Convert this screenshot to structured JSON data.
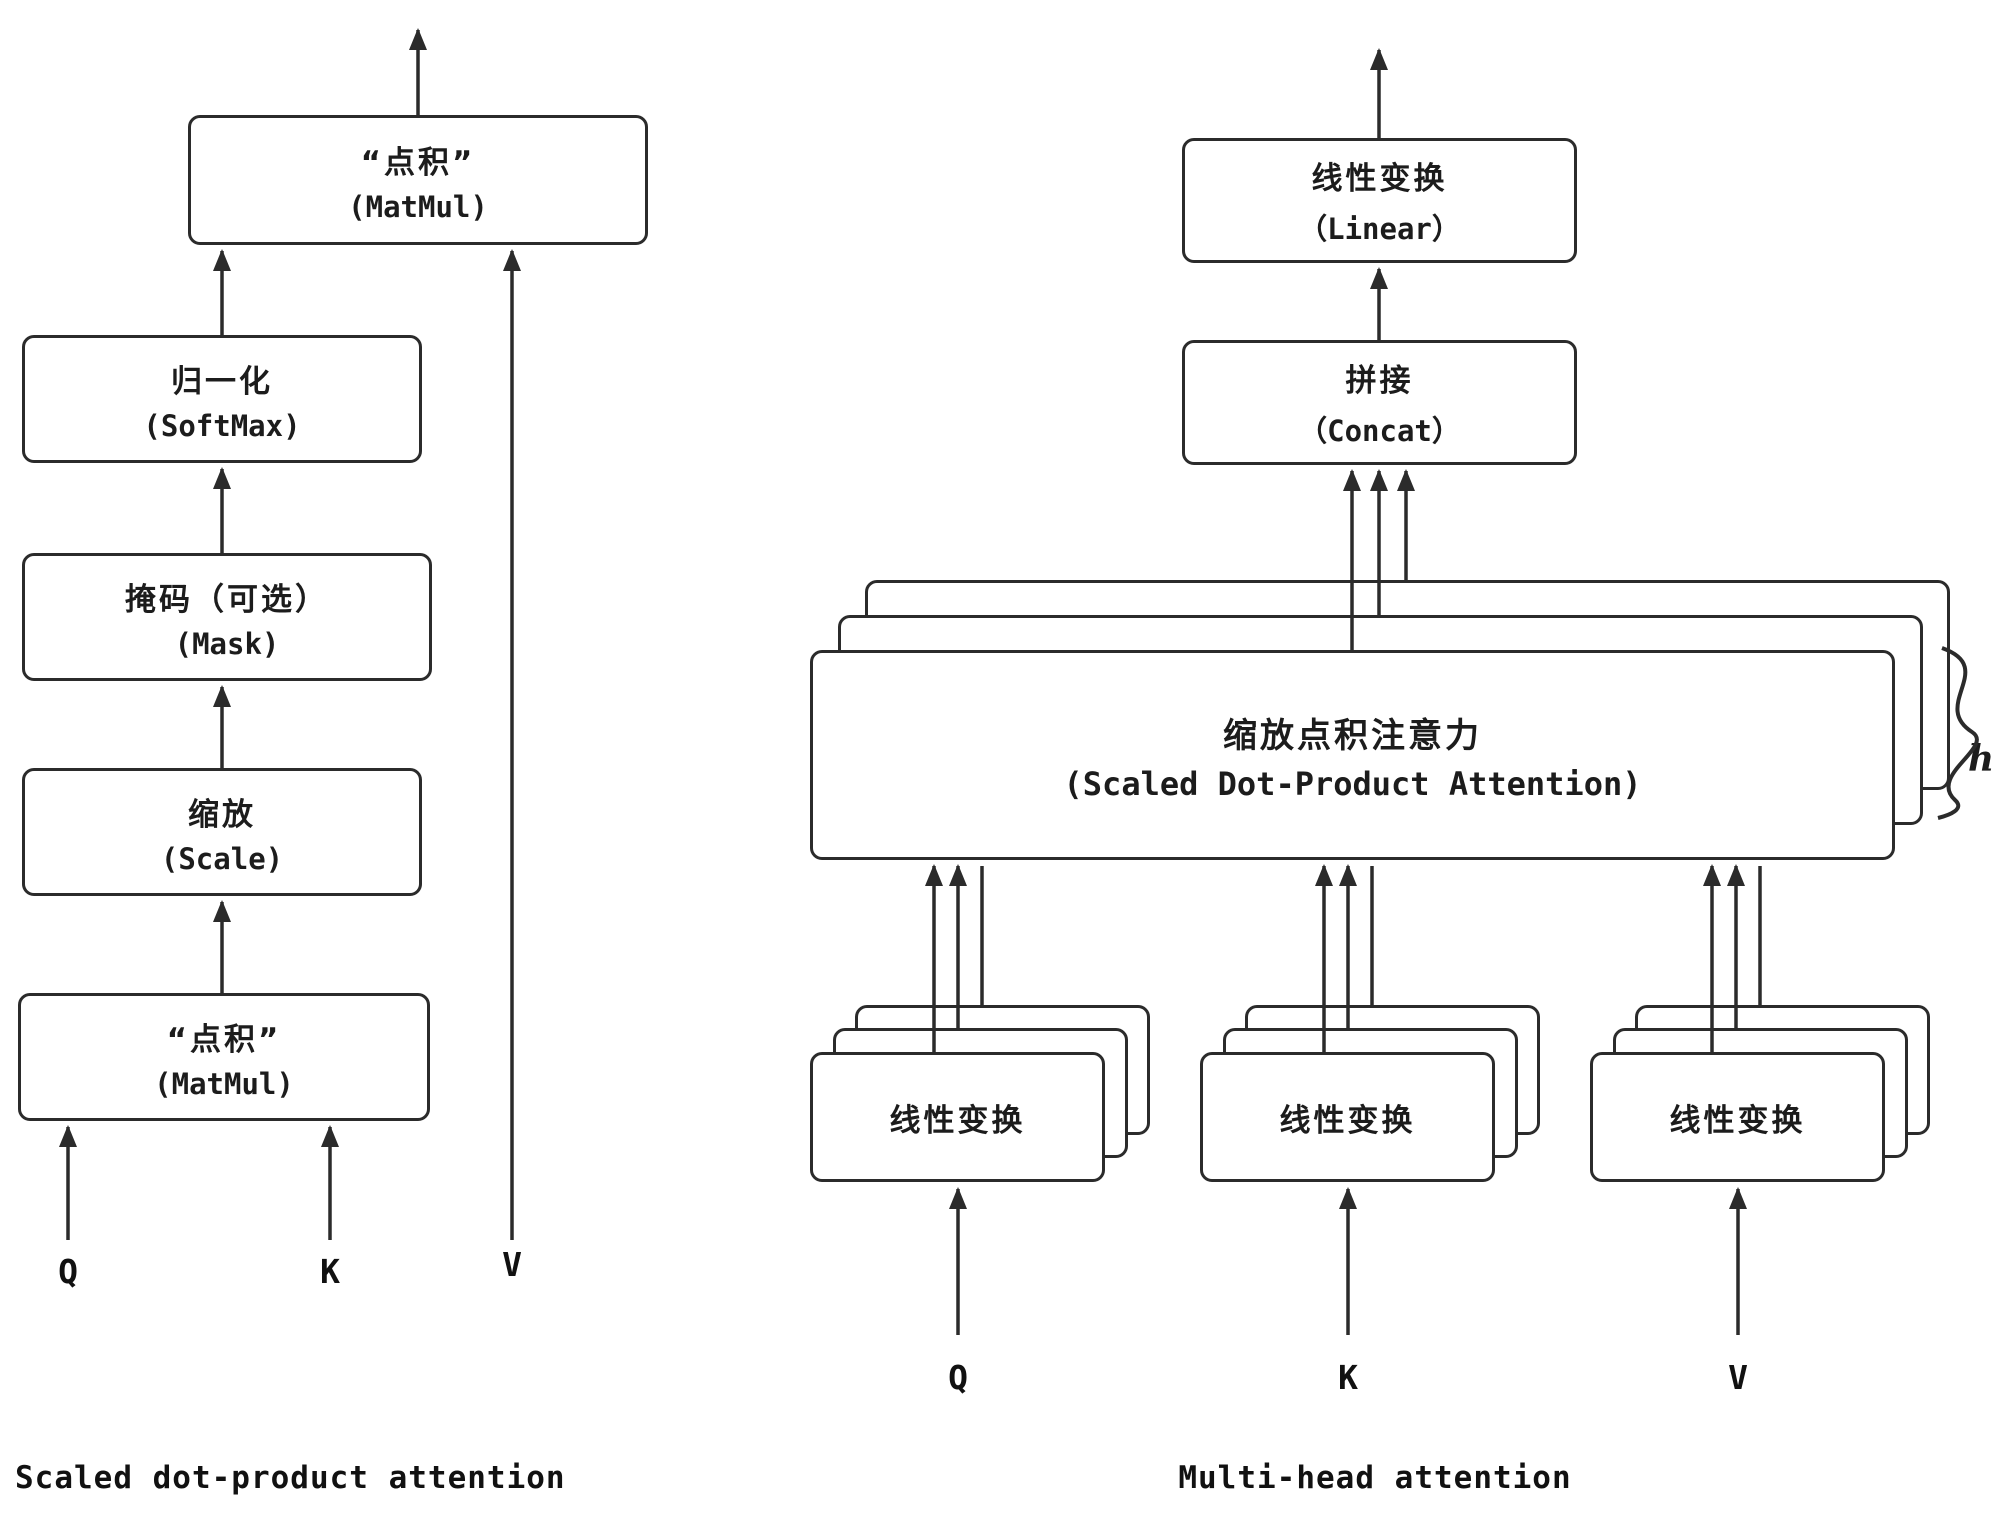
{
  "left": {
    "caption": "Scaled dot-product attention",
    "boxes": {
      "matmul_top": {
        "line1": "“点积”",
        "line2": "(MatMul)"
      },
      "softmax": {
        "line1": "归一化",
        "line2": "(SoftMax)"
      },
      "mask": {
        "line1": "掩码（可选）",
        "line2": "(Mask)"
      },
      "scale": {
        "line1": "缩放",
        "line2": "(Scale)"
      },
      "matmul_bottom": {
        "line1": "“点积”",
        "line2": "(MatMul)"
      }
    },
    "inputs": {
      "q": "Q",
      "k": "K",
      "v": "V"
    }
  },
  "right": {
    "caption": "Multi-head attention",
    "boxes": {
      "linear_top": {
        "line1": "线性变换",
        "line2": "（Linear）"
      },
      "concat": {
        "line1": "拼接",
        "line2": "（Concat）"
      },
      "attention": {
        "line1": "缩放点积注意力",
        "line2": "(Scaled Dot-Product Attention)"
      },
      "linear_q": "线性变换",
      "linear_k": "线性变换",
      "linear_v": "线性变换"
    },
    "h_label": "h",
    "inputs": {
      "q": "Q",
      "k": "K",
      "v": "V"
    }
  },
  "colors": {
    "stroke": "#2b2b2b",
    "background": "#ffffff"
  }
}
